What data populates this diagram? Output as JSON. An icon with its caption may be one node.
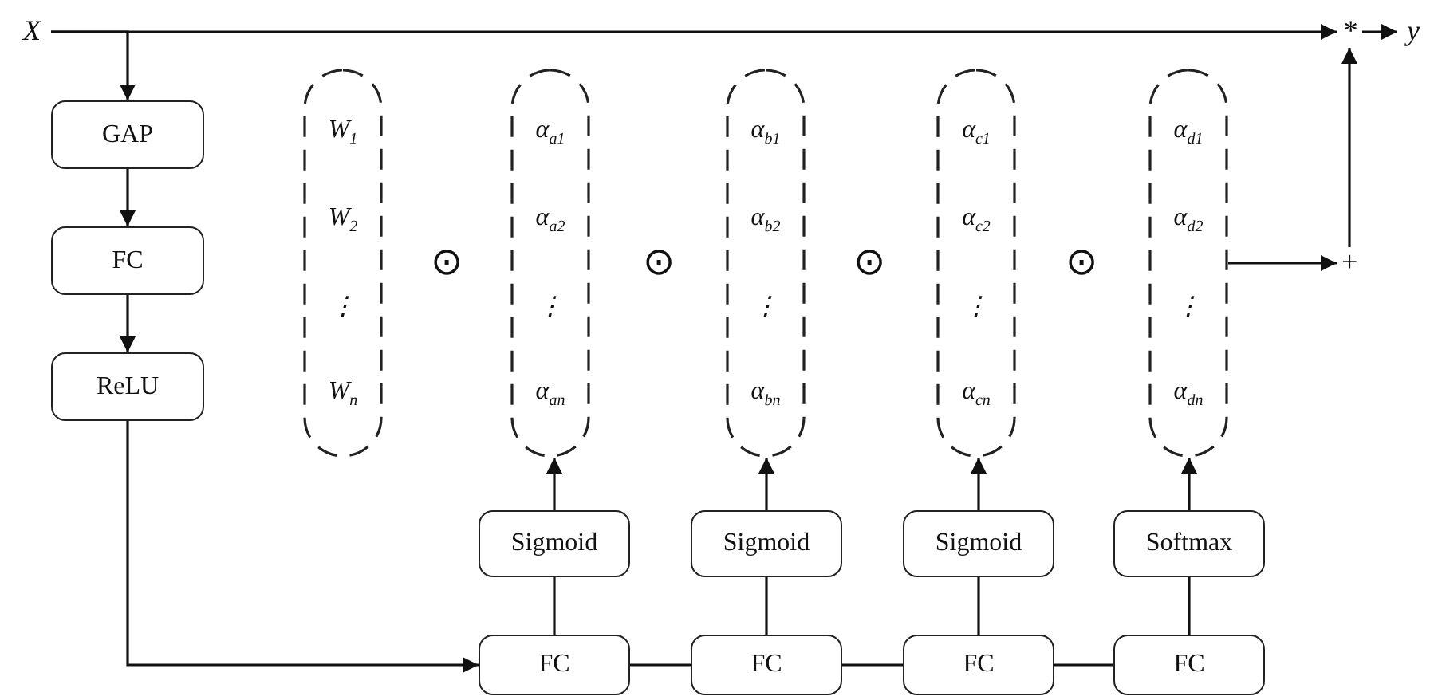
{
  "diagram": {
    "nodes": [
      {
        "text": [
          "X"
        ]
      },
      {
        "text": [
          "GAP"
        ]
      },
      {
        "text": [
          "FC"
        ]
      },
      {
        "text": [
          "ReLU"
        ]
      },
      {
        "text": [
          "W$_{1}$",
          "W$_{2}$",
          "⋮",
          "W$_{n}$"
        ]
      },
      {
        "text": [
          "α$_{a1}$",
          "α$_{a2}$",
          "⋮",
          "α$_{an}$"
        ]
      },
      {
        "text": [
          "α$_{b1}$",
          "α$_{b2}$",
          "⋮",
          "α$_{bn}$"
        ]
      },
      {
        "text": [
          "α$_{c1}$",
          "α$_{c2}$",
          "⋮",
          "α$_{cn}$"
        ]
      },
      {
        "text": [
          "α$_{d1}$",
          "α$_{d2}$",
          "⋮",
          "α$_{dn}$"
        ]
      },
      {
        "text": [
          "Sigmoid"
        ]
      },
      {
        "text": [
          "Sigmoid"
        ]
      },
      {
        "text": [
          "Sigmoid"
        ]
      },
      {
        "text": [
          "Softmax"
        ]
      },
      {
        "text": [
          "FC"
        ]
      },
      {
        "text": [
          "FC"
        ]
      },
      {
        "text": [
          "FC"
        ]
      },
      {
        "text": [
          "FC"
        ]
      },
      {
        "text": [
          "*"
        ]
      },
      {
        "text": [
          "y"
        ]
      },
      {
        "text": [
          "+"
        ]
      }
    ],
    "edges": [
      {
        "from": 0,
        "to": 17,
        "arrow": "to"
      },
      {
        "from": 0,
        "to": 1,
        "arrow": "to"
      },
      {
        "from": 1,
        "to": 2,
        "arrow": "to"
      },
      {
        "from": 2,
        "to": 3,
        "arrow": "to"
      },
      {
        "from": 3,
        "to": 13,
        "arrow": "to"
      },
      {
        "from": 13,
        "to": 9,
        "arrow": "none"
      },
      {
        "from": 14,
        "to": 10,
        "arrow": "none"
      },
      {
        "from": 15,
        "to": 11,
        "arrow": "none"
      },
      {
        "from": 16,
        "to": 12,
        "arrow": "none"
      },
      {
        "from": 9,
        "to": 5,
        "arrow": "to"
      },
      {
        "from": 10,
        "to": 6,
        "arrow": "to"
      },
      {
        "from": 11,
        "to": 7,
        "arrow": "to"
      },
      {
        "from": 12,
        "to": 8,
        "arrow": "to"
      },
      {
        "from": 13,
        "to": 14,
        "arrow": "none"
      },
      {
        "from": 14,
        "to": 15,
        "arrow": "none"
      },
      {
        "from": 15,
        "to": 16,
        "arrow": "none"
      },
      {
        "from": 8,
        "to": 19,
        "arrow": "to"
      },
      {
        "from": 19,
        "to": 17,
        "arrow": "to"
      },
      {
        "from": 17,
        "to": 18,
        "arrow": "to"
      }
    ],
    "labels": [
      "⊙",
      "⊙",
      "⊙",
      "⊙"
    ]
  }
}
